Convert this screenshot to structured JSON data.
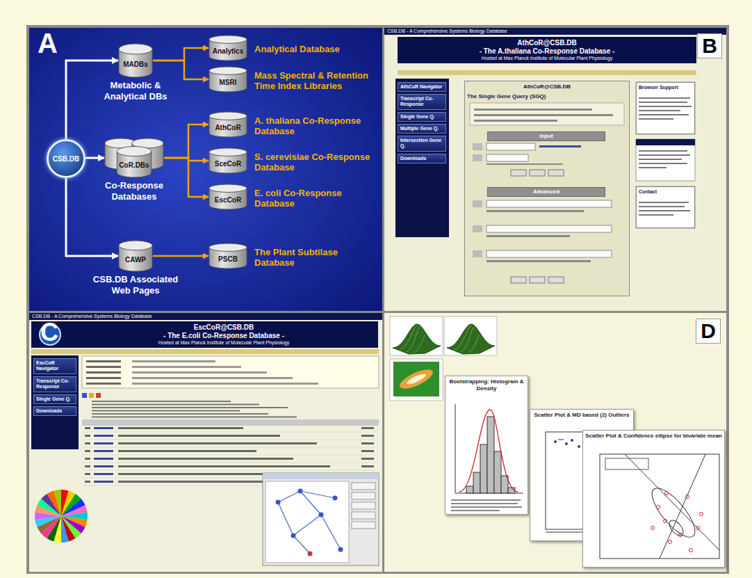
{
  "diagram": {
    "nodes": [
      {
        "text": [
          "A"
        ]
      },
      {
        "text": [
          "CSB.DB"
        ],
        "in": 0
      },
      {
        "text": [
          "MADBs",
          "Metabolic & Analytical DBs"
        ],
        "in": 0
      },
      {
        "text": [
          "Analytics",
          "Analytical Database"
        ],
        "in": 0
      },
      {
        "text": [
          "MSRI",
          "Mass Spectral & Retention Time Index Libraries"
        ],
        "in": 0
      },
      {
        "text": [
          "CoR.DBs",
          "Co-Response Databases"
        ],
        "in": 0
      },
      {
        "text": [
          "AthCoR",
          "A. thaliana Co-Response Database"
        ],
        "in": 0
      },
      {
        "text": [
          "SceCoR",
          "S. cerevisiae Co-Response Database"
        ],
        "in": 0
      },
      {
        "text": [
          "EscCoR",
          "E. coli Co-Response Database"
        ],
        "in": 0
      },
      {
        "text": [
          "CAWP",
          "CSB.DB Associated Web Pages"
        ],
        "in": 0
      },
      {
        "text": [
          "PSCB",
          "The Plant Subtilase Database"
        ],
        "in": 0
      },
      {
        "text": [
          "B"
        ]
      },
      {
        "text": [
          "AthCoR@CSB.DB",
          "- The A.thaliana Co-Response Database -",
          "Hosted at Max Planck Institute of Molecular Plant Physiology"
        ],
        "in": 11
      },
      {
        "text": [
          "AthCoR Navigator"
        ],
        "in": 11
      },
      {
        "text": [
          "Transcript Co-Response"
        ],
        "in": 11
      },
      {
        "text": [
          "Single Gene Q."
        ],
        "in": 11
      },
      {
        "text": [
          "Multiple Gene Q."
        ],
        "in": 11
      },
      {
        "text": [
          "Intersection Gene Q."
        ],
        "in": 11
      },
      {
        "text": [
          "Downloads"
        ],
        "in": 11
      },
      {
        "text": [
          "AthCoR@CSB.DB",
          "The Single Gene Query (SGQ)"
        ],
        "in": 11
      },
      {
        "text": [
          "Input"
        ],
        "in": 19
      },
      {
        "text": [
          "Advanced"
        ],
        "in": 19
      },
      {
        "text": [
          "Browser Support"
        ],
        "in": 11
      },
      {
        "text": [
          "Contact"
        ],
        "in": 11
      },
      {
        "text": [
          "C"
        ]
      },
      {
        "text": [
          "EscCoR@CSB.DB",
          "- The E.coli Co-Response Database -",
          "Hosted at Max Planck Institute of Molecular Plant Physiology"
        ],
        "in": 24
      },
      {
        "text": [
          "EscCoR Navigator"
        ],
        "in": 24
      },
      {
        "text": [
          "Transcript Co-Response"
        ],
        "in": 24
      },
      {
        "text": [
          "Single Gene Q."
        ],
        "in": 24
      },
      {
        "text": [
          "Downloads"
        ],
        "in": 24
      },
      {
        "text": [
          "D"
        ]
      },
      {
        "text": [
          "Bootstrapping: Histogram & Density"
        ],
        "in": 30
      },
      {
        "text": [
          "Scatter Plot & MD based (2) Outliers"
        ],
        "in": 30
      },
      {
        "text": [
          "Scatter Plot & Confidence ellipse for bivariate mean"
        ],
        "in": 30
      }
    ],
    "edges": [
      {
        "from": 1,
        "to": 2,
        "arrow": "to"
      },
      {
        "from": 1,
        "to": 5,
        "arrow": "to"
      },
      {
        "from": 1,
        "to": 9,
        "arrow": "to"
      },
      {
        "from": 2,
        "to": 3,
        "arrow": "to"
      },
      {
        "from": 2,
        "to": 4,
        "arrow": "to"
      },
      {
        "from": 5,
        "to": 6,
        "arrow": "to"
      },
      {
        "from": 5,
        "to": 7,
        "arrow": "to"
      },
      {
        "from": 5,
        "to": 8,
        "arrow": "to"
      },
      {
        "from": 9,
        "to": 10,
        "arrow": "to"
      }
    ],
    "labels": [
      "CSB.DB - A Comprehensive Systems Biology Database",
      "CSB.DB - A Comprehensive Systems Biology Database"
    ]
  }
}
